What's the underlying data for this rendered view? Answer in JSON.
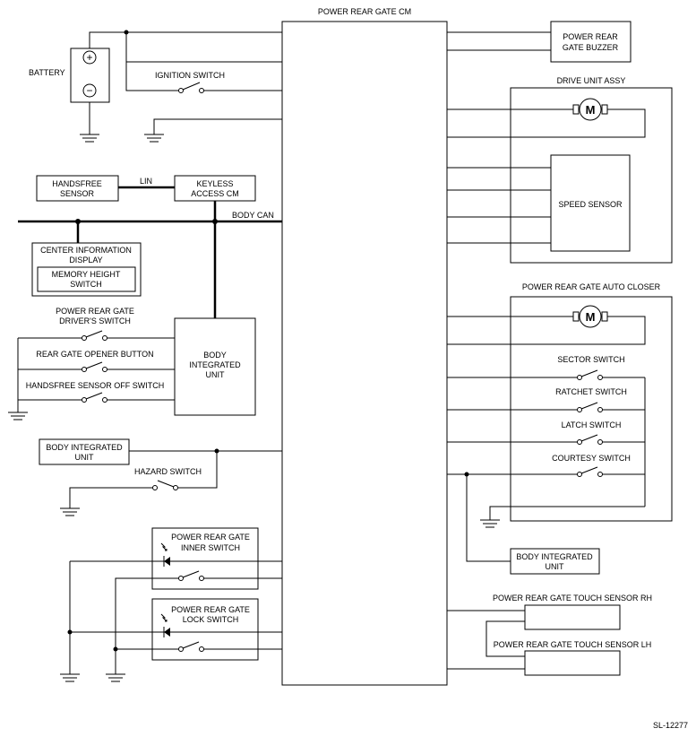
{
  "labels": {
    "cm": "POWER REAR GATE CM",
    "battery": "BATTERY",
    "ignition": "IGNITION SWITCH",
    "buzzer_1": "POWER REAR",
    "buzzer_2": "GATE BUZZER",
    "drive_unit": "DRIVE UNIT ASSY",
    "speed_sensor": "SPEED SENSOR",
    "handsfree_1": "HANDSFREE",
    "handsfree_2": "SENSOR",
    "lin": "LIN",
    "keyless_1": "KEYLESS",
    "keyless_2": "ACCESS CM",
    "body_can": "BODY CAN",
    "cid_1": "CENTER INFORMATION",
    "cid_2": "DISPLAY",
    "memory_1": "MEMORY HEIGHT",
    "memory_2": "SWITCH",
    "driver_sw_1": "POWER REAR GATE",
    "driver_sw_2": "DRIVER'S SWITCH",
    "opener_btn": "REAR GATE OPENER BUTTON",
    "hf_off": "HANDSFREE SENSOR OFF SWITCH",
    "biu_1": "BODY",
    "biu_2": "INTEGRATED",
    "biu_3": "UNIT",
    "biu2_1": "BODY INTEGRATED",
    "biu2_2": "UNIT",
    "hazard": "HAZARD SWITCH",
    "inner_1": "POWER REAR GATE",
    "inner_2": "INNER SWITCH",
    "lock_1": "POWER REAR GATE",
    "lock_2": "LOCK SWITCH",
    "auto_closer": "POWER REAR GATE AUTO CLOSER",
    "sector": "SECTOR SWITCH",
    "ratchet": "RATCHET SWITCH",
    "latch": "LATCH SWITCH",
    "courtesy": "COURTESY SWITCH",
    "biu3_1": "BODY INTEGRATED",
    "biu3_2": "UNIT",
    "touch_rh": "POWER REAR GATE TOUCH SENSOR RH",
    "touch_lh": "POWER REAR GATE TOUCH SENSOR LH",
    "motor_1": "M",
    "motor_2": "M",
    "battery_plus": "+",
    "battery_minus": "−",
    "figure_id": "SL-12277"
  }
}
